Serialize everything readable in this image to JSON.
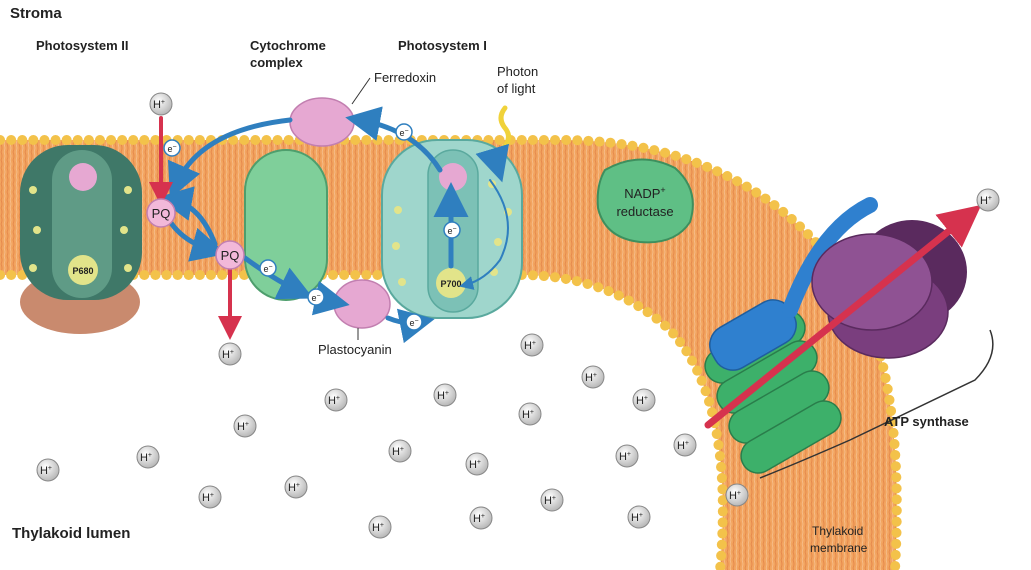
{
  "labels": {
    "stroma": "Stroma",
    "lumen": "Thylakoid lumen",
    "ps2": "Photosystem II",
    "cyt_line1": "Cytochrome",
    "cyt_line2": "complex",
    "ps1": "Photosystem I",
    "ferredoxin": "Ferredoxin",
    "photon_line1": "Photon",
    "photon_line2": "of light",
    "nadp_line1": "NADP",
    "nadp_sup": "+",
    "nadp_line2": "reductase",
    "p680": "P680",
    "p700": "P700",
    "pq": "PQ",
    "plastocyanin": "Plastocyanin",
    "atp_synthase": "ATP synthase",
    "membrane_line1": "Thylakoid",
    "membrane_line2": "membrane",
    "proton": "H",
    "proton_sup": "+",
    "electron": "e",
    "electron_sup": "−"
  },
  "colors": {
    "membrane_fill": "#f2a45f",
    "membrane_bead": "#f3c24a",
    "ps_green": "#5f9b86",
    "cyt_green": "#7fcf9a",
    "ps1_teal": "#9fd6cc",
    "ferredoxin_pink": "#e6a8d2",
    "electron_arrow": "#2f7fbf",
    "proton_arrow": "#d6324e",
    "atp_purple": "#7a3e7e",
    "atp_blue": "#2f80cf",
    "atp_green": "#3db06a"
  }
}
